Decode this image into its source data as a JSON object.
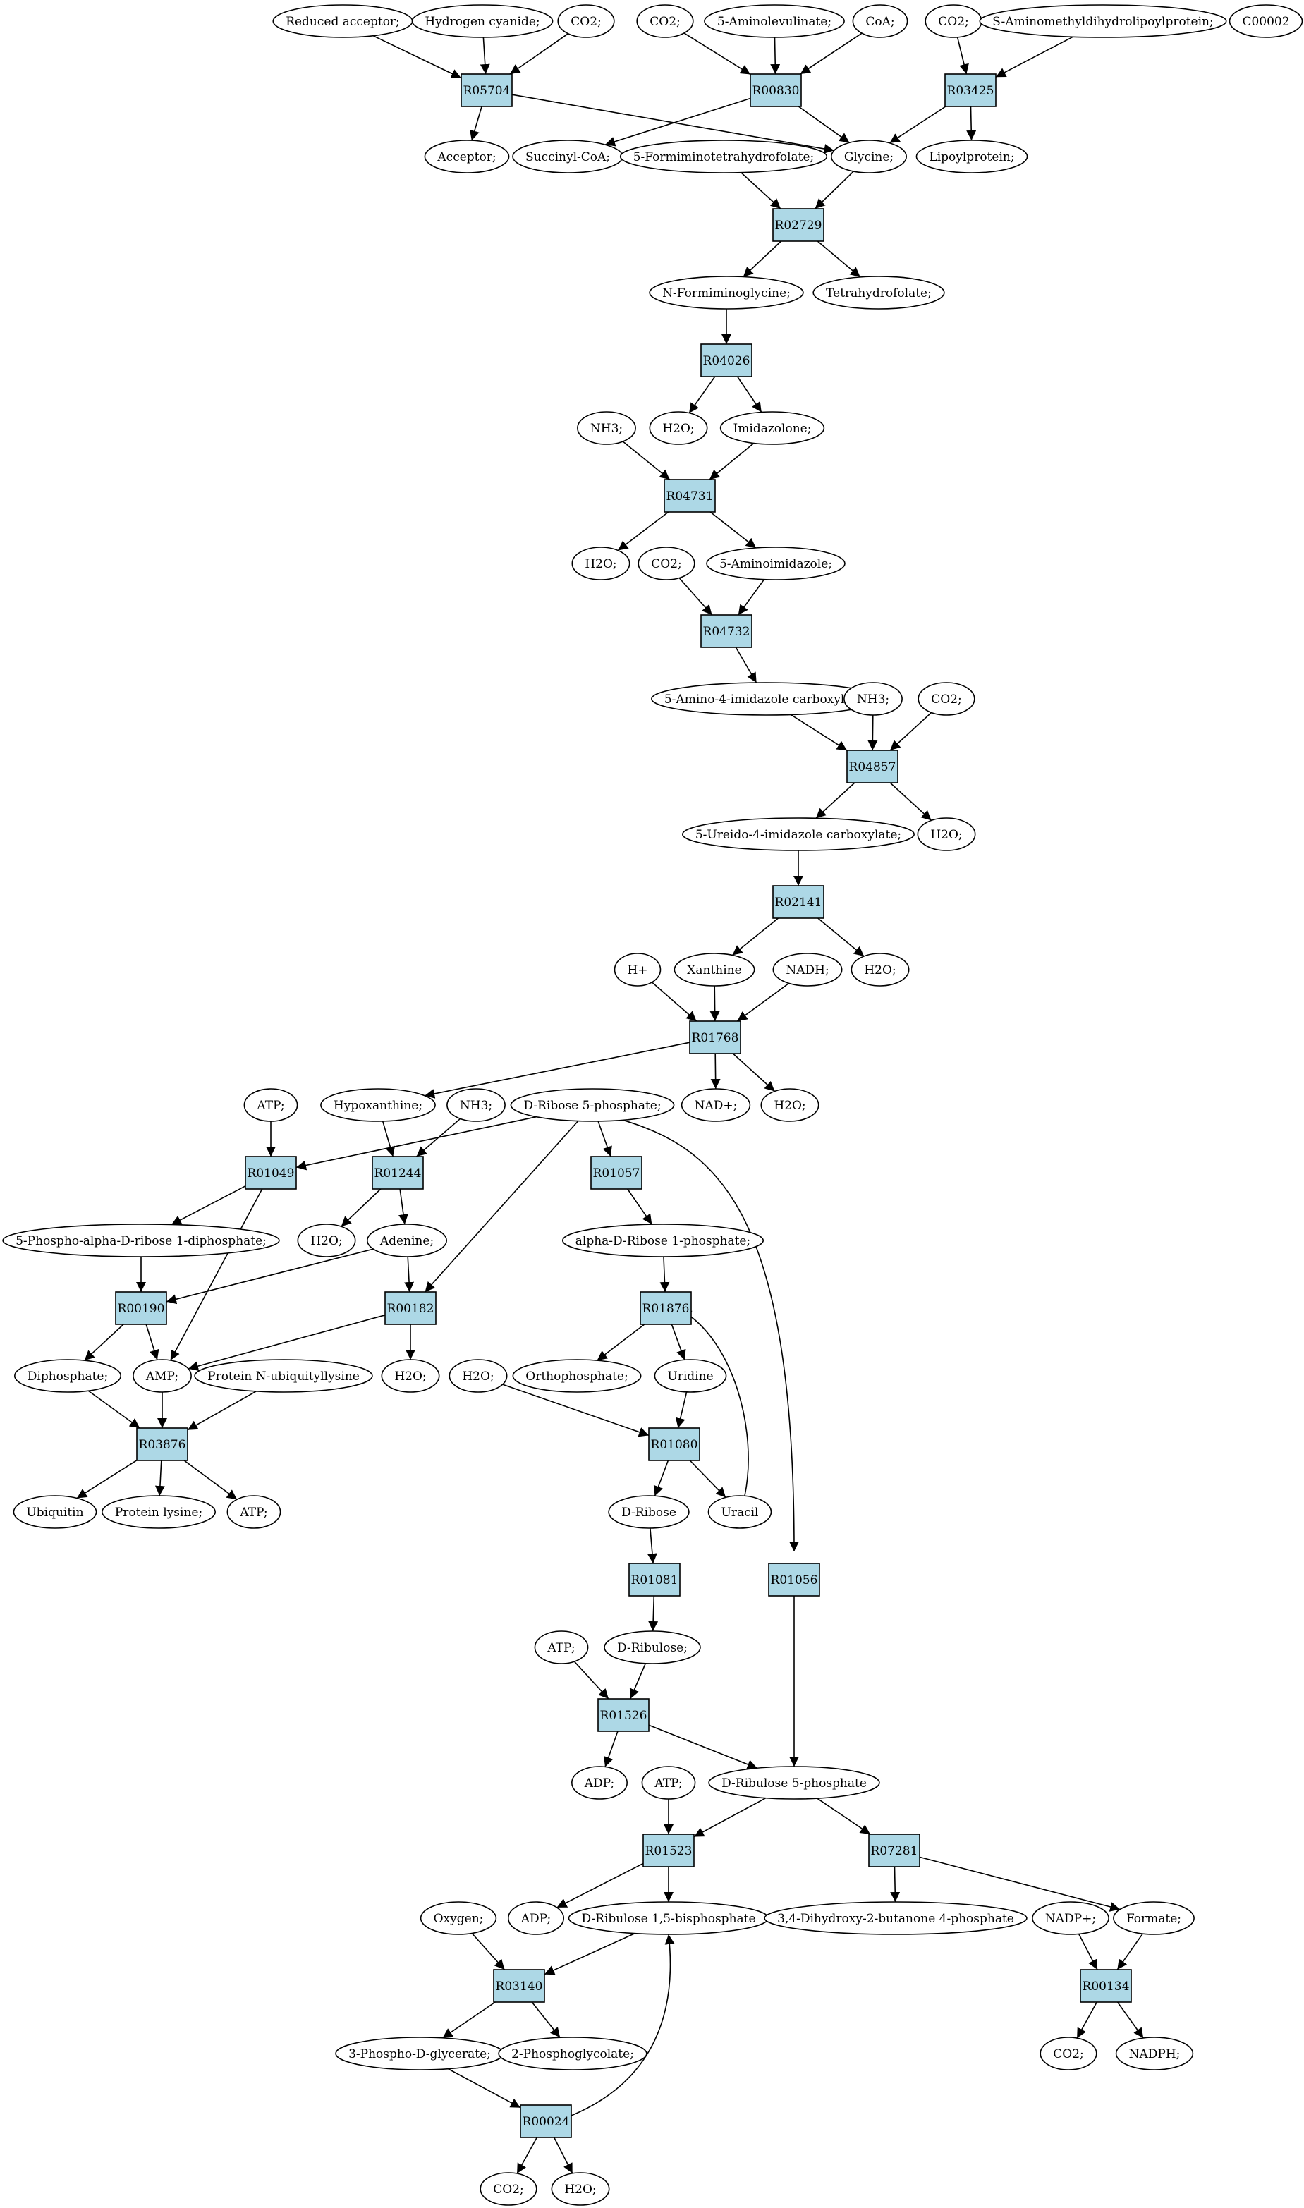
{
  "colors": {
    "reaction_fill": "#add8e6",
    "compound_fill": "#ffffff",
    "highlight_source": "#00ff00",
    "highlight_target": "#ffff00",
    "edge": "#000000"
  },
  "reactions": [
    {
      "id": "r05704",
      "label": "R05704"
    },
    {
      "id": "r00830",
      "label": "R00830"
    },
    {
      "id": "r03425",
      "label": "R03425"
    },
    {
      "id": "r02729",
      "label": "R02729"
    },
    {
      "id": "r04026",
      "label": "R04026"
    },
    {
      "id": "r04731",
      "label": "R04731"
    },
    {
      "id": "r04732",
      "label": "R04732"
    },
    {
      "id": "r04857",
      "label": "R04857"
    },
    {
      "id": "r02141",
      "label": "R02141"
    },
    {
      "id": "r01768",
      "label": "R01768"
    },
    {
      "id": "r01049",
      "label": "R01049"
    },
    {
      "id": "r01244",
      "label": "R01244"
    },
    {
      "id": "r01057",
      "label": "R01057"
    },
    {
      "id": "r00190",
      "label": "R00190"
    },
    {
      "id": "r00182",
      "label": "R00182"
    },
    {
      "id": "r01876",
      "label": "R01876"
    },
    {
      "id": "r03876",
      "label": "R03876"
    },
    {
      "id": "r01080",
      "label": "R01080"
    },
    {
      "id": "r01081",
      "label": "R01081"
    },
    {
      "id": "r01056",
      "label": "R01056"
    },
    {
      "id": "r01526",
      "label": "R01526"
    },
    {
      "id": "r01523",
      "label": "R01523"
    },
    {
      "id": "r07281",
      "label": "R07281"
    },
    {
      "id": "r03140",
      "label": "R03140"
    },
    {
      "id": "r00134",
      "label": "R00134"
    },
    {
      "id": "r00024",
      "label": "R00024"
    }
  ],
  "compounds": [
    {
      "id": "c_red_acc",
      "label": "Reduced acceptor;"
    },
    {
      "id": "c_hcn",
      "label": "Hydrogen cyanide;"
    },
    {
      "id": "c_co2_a",
      "label": "CO2;"
    },
    {
      "id": "c_co2_b",
      "label": "CO2;"
    },
    {
      "id": "c_ala",
      "label": "5-Aminolevulinate;"
    },
    {
      "id": "c_coa",
      "label": "CoA;"
    },
    {
      "id": "c_co2_c",
      "label": "CO2;"
    },
    {
      "id": "c_amdhlp",
      "label": "S-Aminomethyldihydrolipoylprotein;"
    },
    {
      "id": "c_c00002",
      "label": "C00002",
      "highlight": "target"
    },
    {
      "id": "c_acceptor",
      "label": "Acceptor;"
    },
    {
      "id": "c_succoa",
      "label": "Succinyl-CoA;"
    },
    {
      "id": "c_fthf",
      "label": "5-Formiminotetrahydrofolate;"
    },
    {
      "id": "c_glycine",
      "label": "Glycine;"
    },
    {
      "id": "c_lipoyl",
      "label": "Lipoylprotein;"
    },
    {
      "id": "c_nfg",
      "label": "N-Formiminoglycine;"
    },
    {
      "id": "c_thf",
      "label": "Tetrahydrofolate;"
    },
    {
      "id": "c_nh3_a",
      "label": "NH3;"
    },
    {
      "id": "c_h2o_a",
      "label": "H2O;"
    },
    {
      "id": "c_imidazolone",
      "label": "Imidazolone;"
    },
    {
      "id": "c_h2o_b",
      "label": "H2O;"
    },
    {
      "id": "c_co2_d",
      "label": "CO2;"
    },
    {
      "id": "c_aminoimid",
      "label": "5-Aminoimidazole;"
    },
    {
      "id": "c_aic",
      "label": "5-Amino-4-imidazole carboxylate;"
    },
    {
      "id": "c_nh3_b",
      "label": "NH3;"
    },
    {
      "id": "c_co2_e",
      "label": "CO2;"
    },
    {
      "id": "c_uic",
      "label": "5-Ureido-4-imidazole carboxylate;"
    },
    {
      "id": "c_h2o_c",
      "label": "H2O;"
    },
    {
      "id": "c_hplus",
      "label": "H+"
    },
    {
      "id": "c_xanthine",
      "label": "Xanthine"
    },
    {
      "id": "c_nadh",
      "label": "NADH;"
    },
    {
      "id": "c_h2o_d",
      "label": "H2O;"
    },
    {
      "id": "c_atp_a",
      "label": "ATP;"
    },
    {
      "id": "c_hypox",
      "label": "Hypoxanthine;"
    },
    {
      "id": "c_nh3_c",
      "label": "NH3;"
    },
    {
      "id": "c_r5p",
      "label": "D-Ribose 5-phosphate;",
      "highlight": "source"
    },
    {
      "id": "c_nadplus",
      "label": "NAD+;"
    },
    {
      "id": "c_h2o_e",
      "label": "H2O;"
    },
    {
      "id": "c_prpp",
      "label": "5-Phospho-alpha-D-ribose 1-diphosphate;"
    },
    {
      "id": "c_h2o_f",
      "label": "H2O;"
    },
    {
      "id": "c_adenine",
      "label": "Adenine;"
    },
    {
      "id": "c_ar1p",
      "label": "alpha-D-Ribose 1-phosphate;"
    },
    {
      "id": "c_diphos",
      "label": "Diphosphate;"
    },
    {
      "id": "c_amp",
      "label": "AMP;"
    },
    {
      "id": "c_pnub",
      "label": "Protein N-ubiquityllysine"
    },
    {
      "id": "c_h2o_g",
      "label": "H2O;"
    },
    {
      "id": "c_h2o_h",
      "label": "H2O;"
    },
    {
      "id": "c_orthophos",
      "label": "Orthophosphate;"
    },
    {
      "id": "c_uridine",
      "label": "Uridine"
    },
    {
      "id": "c_ubiquitin",
      "label": "Ubiquitin"
    },
    {
      "id": "c_plys",
      "label": "Protein lysine;"
    },
    {
      "id": "c_atp_b",
      "label": "ATP;"
    },
    {
      "id": "c_dribose",
      "label": "D-Ribose"
    },
    {
      "id": "c_uracil",
      "label": "Uracil"
    },
    {
      "id": "c_atp_c",
      "label": "ATP;"
    },
    {
      "id": "c_dribulose",
      "label": "D-Ribulose;"
    },
    {
      "id": "c_adp_a",
      "label": "ADP;"
    },
    {
      "id": "c_atp_d",
      "label": "ATP;"
    },
    {
      "id": "c_ru5p",
      "label": "D-Ribulose 5-phosphate"
    },
    {
      "id": "c_oxygen",
      "label": "Oxygen;"
    },
    {
      "id": "c_adp_b",
      "label": "ADP;"
    },
    {
      "id": "c_rubp",
      "label": "D-Ribulose 1,5-bisphosphate"
    },
    {
      "id": "c_dhbp",
      "label": "3,4-Dihydroxy-2-butanone 4-phosphate"
    },
    {
      "id": "c_nadpplus",
      "label": "NADP+;"
    },
    {
      "id": "c_formate",
      "label": "Formate;"
    },
    {
      "id": "c_3pg",
      "label": "3-Phospho-D-glycerate;"
    },
    {
      "id": "c_2pg",
      "label": "2-Phosphoglycolate;"
    },
    {
      "id": "c_co2_f",
      "label": "CO2;"
    },
    {
      "id": "c_nadph",
      "label": "NADPH;"
    },
    {
      "id": "c_co2_g",
      "label": "CO2;"
    },
    {
      "id": "c_h2o_i",
      "label": "H2O;"
    }
  ],
  "edges": [
    [
      "c_red_acc",
      "r05704"
    ],
    [
      "c_hcn",
      "r05704"
    ],
    [
      "c_co2_a",
      "r05704"
    ],
    [
      "r05704",
      "c_acceptor"
    ],
    [
      "r05704",
      "c_glycine"
    ],
    [
      "c_co2_b",
      "r00830"
    ],
    [
      "c_ala",
      "r00830"
    ],
    [
      "c_coa",
      "r00830"
    ],
    [
      "r00830",
      "c_succoa"
    ],
    [
      "r00830",
      "c_glycine"
    ],
    [
      "c_co2_c",
      "r03425"
    ],
    [
      "c_amdhlp",
      "r03425"
    ],
    [
      "r03425",
      "c_glycine"
    ],
    [
      "r03425",
      "c_lipoyl"
    ],
    [
      "c_fthf",
      "r02729"
    ],
    [
      "c_glycine",
      "r02729"
    ],
    [
      "r02729",
      "c_nfg"
    ],
    [
      "r02729",
      "c_thf"
    ],
    [
      "c_nfg",
      "r04026"
    ],
    [
      "r04026",
      "c_h2o_a"
    ],
    [
      "r04026",
      "c_imidazolone"
    ],
    [
      "c_nh3_a",
      "r04731"
    ],
    [
      "c_imidazolone",
      "r04731"
    ],
    [
      "r04731",
      "c_h2o_b"
    ],
    [
      "r04731",
      "c_aminoimid"
    ],
    [
      "c_co2_d",
      "r04732"
    ],
    [
      "c_aminoimid",
      "r04732"
    ],
    [
      "r04732",
      "c_aic"
    ],
    [
      "c_aic",
      "r04857"
    ],
    [
      "c_nh3_b",
      "r04857"
    ],
    [
      "c_co2_e",
      "r04857"
    ],
    [
      "r04857",
      "c_uic"
    ],
    [
      "r04857",
      "c_h2o_c"
    ],
    [
      "c_uic",
      "r02141"
    ],
    [
      "r02141",
      "c_xanthine"
    ],
    [
      "r02141",
      "c_h2o_d"
    ],
    [
      "c_hplus",
      "r01768"
    ],
    [
      "c_xanthine",
      "r01768"
    ],
    [
      "c_nadh",
      "r01768"
    ],
    [
      "r01768",
      "c_hypox"
    ],
    [
      "r01768",
      "c_nadplus"
    ],
    [
      "r01768",
      "c_h2o_e"
    ],
    [
      "c_atp_a",
      "r01049"
    ],
    [
      "c_r5p",
      "r01049"
    ],
    [
      "r01049",
      "c_prpp"
    ],
    [
      "r01049",
      "c_amp"
    ],
    [
      "c_hypox",
      "r01244"
    ],
    [
      "c_nh3_c",
      "r01244"
    ],
    [
      "r01244",
      "c_h2o_f"
    ],
    [
      "r01244",
      "c_adenine"
    ],
    [
      "c_r5p",
      "r01057"
    ],
    [
      "r01057",
      "c_ar1p"
    ],
    [
      "c_r5p",
      "r00182"
    ],
    [
      "c_adenine",
      "r00182"
    ],
    [
      "r00182",
      "c_amp"
    ],
    [
      "r00182",
      "c_h2o_g"
    ],
    [
      "c_r5p",
      "r01056"
    ],
    [
      "r01056",
      "c_ru5p"
    ],
    [
      "c_prpp",
      "r00190"
    ],
    [
      "c_adenine",
      "r00190"
    ],
    [
      "r00190",
      "c_diphos"
    ],
    [
      "r00190",
      "c_amp"
    ],
    [
      "c_ar1p",
      "r01876"
    ],
    [
      "r01876",
      "c_orthophos"
    ],
    [
      "r01876",
      "c_uridine"
    ],
    [
      "c_uracil",
      "r01876"
    ],
    [
      "c_diphos",
      "r03876"
    ],
    [
      "c_amp",
      "r03876"
    ],
    [
      "c_pnub",
      "r03876"
    ],
    [
      "r03876",
      "c_ubiquitin"
    ],
    [
      "r03876",
      "c_plys"
    ],
    [
      "r03876",
      "c_atp_b"
    ],
    [
      "c_h2o_h",
      "r01080"
    ],
    [
      "c_uridine",
      "r01080"
    ],
    [
      "r01080",
      "c_dribose"
    ],
    [
      "r01080",
      "c_uracil"
    ],
    [
      "c_dribose",
      "r01081"
    ],
    [
      "r01081",
      "c_dribulose"
    ],
    [
      "c_atp_c",
      "r01526"
    ],
    [
      "c_dribulose",
      "r01526"
    ],
    [
      "r01526",
      "c_adp_a"
    ],
    [
      "r01526",
      "c_ru5p"
    ],
    [
      "c_atp_d",
      "r01523"
    ],
    [
      "c_ru5p",
      "r01523"
    ],
    [
      "r01523",
      "c_adp_b"
    ],
    [
      "r01523",
      "c_rubp"
    ],
    [
      "c_ru5p",
      "r07281"
    ],
    [
      "r07281",
      "c_dhbp"
    ],
    [
      "r07281",
      "c_formate"
    ],
    [
      "c_oxygen",
      "r03140"
    ],
    [
      "c_rubp",
      "r03140"
    ],
    [
      "r03140",
      "c_3pg"
    ],
    [
      "r03140",
      "c_2pg"
    ],
    [
      "c_nadpplus",
      "r00134"
    ],
    [
      "c_formate",
      "r00134"
    ],
    [
      "r00134",
      "c_co2_f"
    ],
    [
      "r00134",
      "c_nadph"
    ],
    [
      "c_3pg",
      "r00024"
    ],
    [
      "r00024",
      "c_co2_g"
    ],
    [
      "r00024",
      "c_h2o_i"
    ],
    [
      "r00024",
      "c_rubp"
    ]
  ]
}
